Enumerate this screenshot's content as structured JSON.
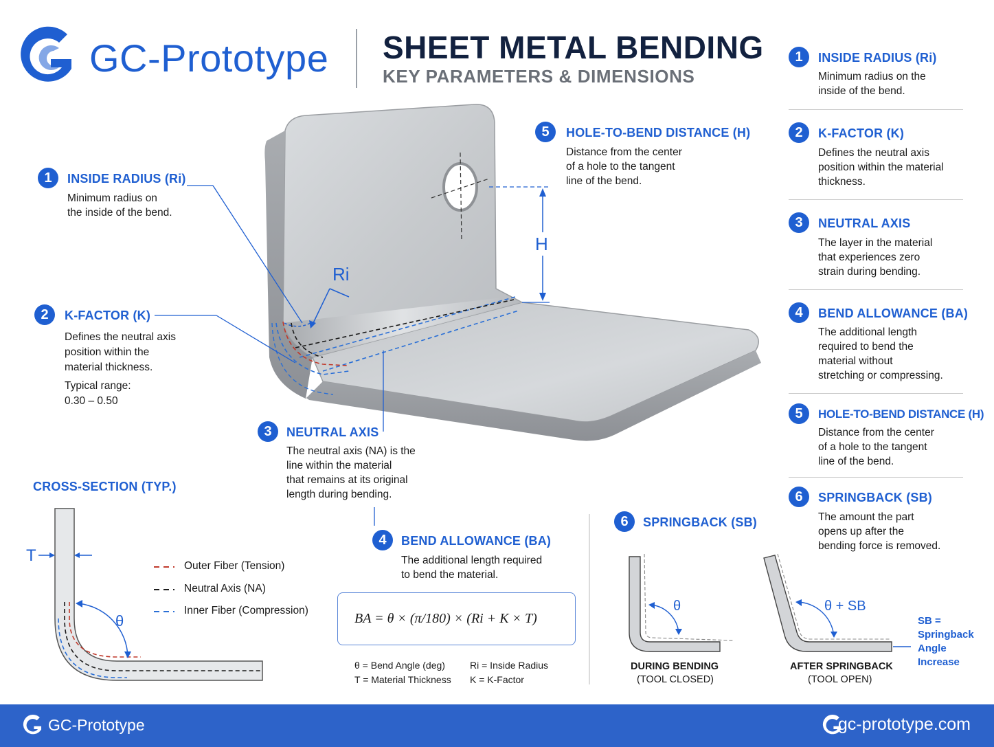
{
  "brand": {
    "name": "GC-Prototype"
  },
  "header": {
    "title": "SHEET METAL BENDING",
    "subtitle": "KEY PARAMETERS & DIMENSIONS"
  },
  "colors": {
    "accent": "#1f5fd1",
    "footer": "#2d63c9",
    "tension": "#c0392b",
    "neutral": "#1a1a1a",
    "compression": "#2a6fd6"
  },
  "sidebar": {
    "items": [
      {
        "num": "1",
        "title": "INSIDE RADIUS (Ri)",
        "lines": [
          "Minimum radius on the",
          "inside of the bend."
        ]
      },
      {
        "num": "2",
        "title": "K-FACTOR (K)",
        "lines": [
          "Defines the neutral axis",
          "position within the material",
          "thickness."
        ]
      },
      {
        "num": "3",
        "title": "NEUTRAL AXIS",
        "lines": [
          "The layer in the material",
          "that experiences zero",
          "strain during bending."
        ]
      },
      {
        "num": "4",
        "title": "BEND ALLOWANCE (BA)",
        "lines": [
          "The additional length",
          "required to bend the",
          "material without",
          "stretching or compressing."
        ]
      },
      {
        "num": "5",
        "title": "HOLE-TO-BEND DISTANCE (H)",
        "lines": [
          "Distance from the center",
          "of a hole to the tangent",
          "line of the bend."
        ]
      },
      {
        "num": "6",
        "title": "SPRINGBACK (SB)",
        "lines": [
          "The amount the part",
          "opens up after the",
          "bending force is removed."
        ]
      }
    ]
  },
  "callouts": {
    "inside_radius": {
      "num": "1",
      "title": "INSIDE RADIUS (Ri)",
      "lines": [
        "Minimum radius on",
        "the inside of the bend."
      ]
    },
    "k_factor": {
      "num": "2",
      "title": "K-FACTOR (K)",
      "lines": [
        "Defines the neutral axis",
        "position within the",
        "material thickness."
      ],
      "range_label": "Typical range:",
      "range_value": "0.30 – 0.50"
    },
    "neutral_axis": {
      "num": "3",
      "title": "NEUTRAL AXIS",
      "lines": [
        "The neutral axis (NA) is the",
        "line within the material",
        "that remains at its original",
        "length during bending."
      ]
    },
    "bend_allowance": {
      "num": "4",
      "title": "BEND ALLOWANCE (BA)",
      "lines": [
        "The additional length required",
        "to bend the material."
      ]
    },
    "hole_to_bend": {
      "num": "5",
      "title": "HOLE-TO-BEND DISTANCE (H)",
      "lines": [
        "Distance from the center",
        "of a hole to the tangent",
        "line of the bend."
      ]
    }
  },
  "diagram_labels": {
    "ri": "Ri",
    "h": "H"
  },
  "cross_section": {
    "title": "CROSS-SECTION (TYP.)",
    "t_label": "T",
    "theta_label": "θ",
    "legend": [
      {
        "label": "Outer Fiber (Tension)"
      },
      {
        "label": "Neutral Axis (NA)"
      },
      {
        "label": "Inner Fiber (Compression)"
      }
    ]
  },
  "formula": {
    "text": "BA = θ × (π/180) × (Ri + K × T)",
    "defs": [
      "θ = Bend Angle (deg)",
      "Ri = Inside Radius",
      "T = Material Thickness",
      "K = K-Factor"
    ]
  },
  "springback": {
    "num": "6",
    "title": "SPRINGBACK (SB)",
    "during_title": "DURING BENDING",
    "during_sub": "(TOOL CLOSED)",
    "during_angle": "θ",
    "after_title": "AFTER SPRINGBACK",
    "after_sub": "(TOOL OPEN)",
    "after_angle": "θ + SB",
    "note": [
      "SB =",
      "Springback",
      "Angle",
      "Increase"
    ]
  },
  "footer": {
    "left": "GC-Prototype",
    "right": "gc-prototype.com"
  }
}
